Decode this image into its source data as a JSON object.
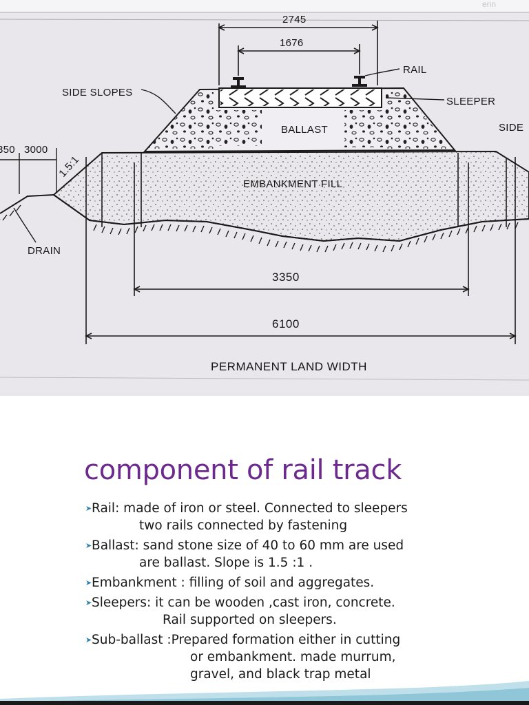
{
  "diagram": {
    "labels": {
      "side_slopes": "SIDE SLOPES",
      "rail": "RAIL",
      "sleeper": "SLEEPER",
      "ballast": "BALLAST",
      "side_cut": "SIDE",
      "embankment_fill": "EMBANKMENT FILL",
      "drain": "DRAIN",
      "slope": "1.5:1",
      "permanent_land_width": "PERMANENT LAND WIDTH"
    },
    "dimensions": {
      "top": "2745",
      "gauge": "1676",
      "left_a": "350",
      "left_b": "3000",
      "formation": "3350",
      "land": "6100"
    }
  },
  "slide": {
    "title": "component of rail track",
    "bullets": [
      {
        "lines": [
          "Rail: made of iron or steel. Connected to sleepers",
          "two rails connected by fastening"
        ]
      },
      {
        "lines": [
          "Ballast: sand stone size of 40 to 60 mm are used",
          "are ballast. Slope is 1.5 :1 ."
        ]
      },
      {
        "lines": [
          "Embankment : filling of soil and aggregates."
        ]
      },
      {
        "lines": [
          "Sleepers: it can be wooden ,cast iron, concrete.",
          "Rail supported on sleepers."
        ]
      },
      {
        "lines": [
          "Sub-ballast :Prepared formation either in cutting",
          "or embankment. made murrum,",
          "gravel, and black trap metal"
        ]
      }
    ]
  },
  "colors": {
    "title": "#6d2a8d",
    "bullet_marker": "#2f7fae",
    "wave": "#bfe0ea"
  },
  "icons": {
    "bullet": "arrowhead-bullet-icon"
  }
}
